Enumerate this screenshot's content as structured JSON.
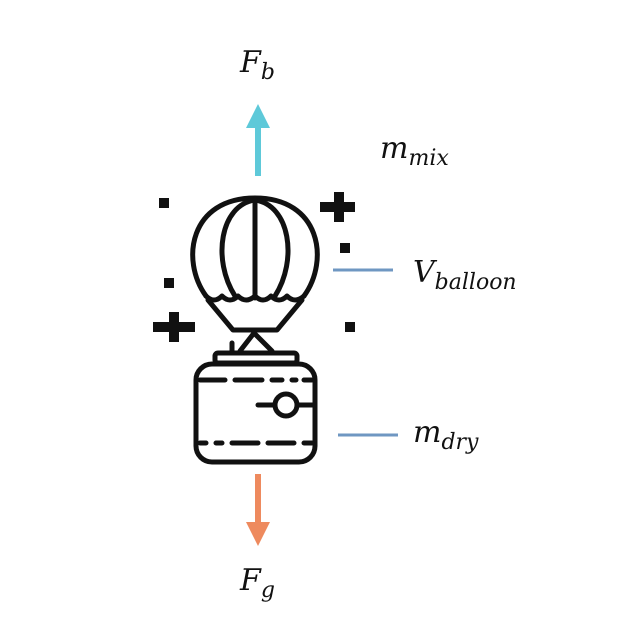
{
  "labels": {
    "buoyancy": {
      "main": "F",
      "sub": "b"
    },
    "mass_mix": {
      "main": "m",
      "sub": "mix"
    },
    "volume": {
      "main": "V",
      "sub": "balloon"
    },
    "mass_dry": {
      "main": "m",
      "sub": "dry"
    },
    "gravity": {
      "main": "F",
      "sub": "g"
    }
  },
  "colors": {
    "buoyancy_arrow": "#5EC9D9",
    "gravity_arrow": "#EE8A5E",
    "leader_line": "#6F97C2",
    "icon": "#111111"
  }
}
